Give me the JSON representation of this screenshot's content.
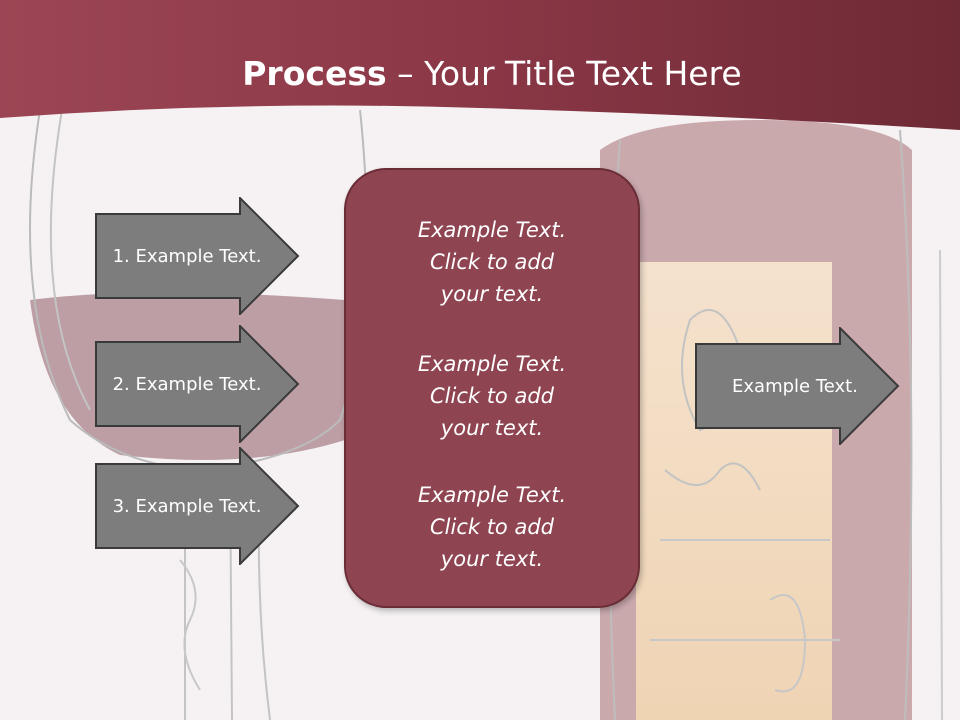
{
  "title": {
    "bold": "Process",
    "rest": " – Your Title Text Here"
  },
  "left_arrows": [
    {
      "label": "1. Example Text."
    },
    {
      "label": "2. Example Text."
    },
    {
      "label": "3. Example Text."
    }
  ],
  "center_box": {
    "paragraphs": [
      [
        "Example Text.",
        "Click  to add",
        "your text."
      ],
      [
        "Example Text.",
        "Click  to add",
        "your text."
      ],
      [
        "Example Text.",
        "Click  to add",
        "your text."
      ]
    ]
  },
  "right_arrow": {
    "label": "Example Text."
  },
  "colors": {
    "header": "#8a3a48",
    "accent_box": "#8e4551",
    "arrow_fill": "#7d7d7d",
    "background": "#f6f2f3"
  }
}
